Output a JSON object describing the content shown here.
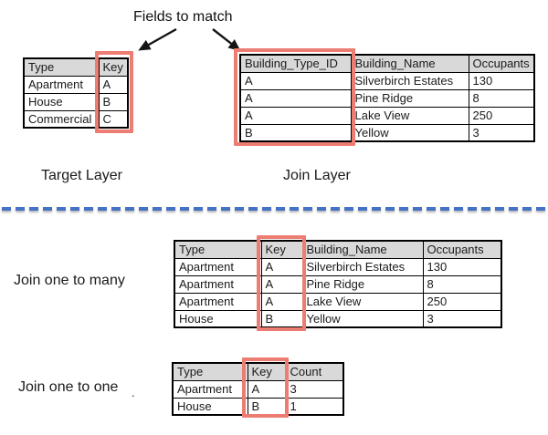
{
  "annotation": {
    "fields_to_match": "Fields to match"
  },
  "section_labels": {
    "target_layer": "Target Layer",
    "join_layer": "Join Layer",
    "join_one_to_many": "Join one to many",
    "join_one_to_one": "Join one to one"
  },
  "stray_mark": ".",
  "icons": {
    "left_arrow": "arrow-down-left",
    "right_arrow": "arrow-down-right"
  },
  "colors": {
    "highlight_red": "#ed7d72",
    "separator_blue": "#4472c4",
    "header_gray": "#d9d9d9",
    "table_border": "#000000"
  },
  "tables": {
    "target": {
      "headers": [
        "Type",
        "Key"
      ],
      "rows": [
        [
          "Apartment",
          "A"
        ],
        [
          "House",
          "B"
        ],
        [
          "Commercial",
          "C"
        ]
      ],
      "highlight_column": "Key"
    },
    "join": {
      "headers": [
        "Building_Type_ID",
        "Building_Name",
        "Occupants"
      ],
      "rows": [
        [
          "A",
          "Silverbirch Estates",
          "130"
        ],
        [
          "A",
          "Pine Ridge",
          "8"
        ],
        [
          "A",
          "Lake View",
          "250"
        ],
        [
          "B",
          "Yellow",
          "3"
        ]
      ],
      "highlight_column": "Building_Type_ID"
    },
    "one_to_many": {
      "headers": [
        "Type",
        "Key",
        "Building_Name",
        "Occupants"
      ],
      "rows": [
        [
          "Apartment",
          "A",
          "Silverbirch Estates",
          "130"
        ],
        [
          "Apartment",
          "A",
          "Pine Ridge",
          "8"
        ],
        [
          "Apartment",
          "A",
          "Lake View",
          "250"
        ],
        [
          "House",
          "B",
          "Yellow",
          "3"
        ]
      ],
      "highlight_column": "Key"
    },
    "one_to_one": {
      "headers": [
        "Type",
        "Key",
        "Count"
      ],
      "rows": [
        [
          "Apartment",
          "A",
          "3"
        ],
        [
          "House",
          "B",
          "1"
        ]
      ],
      "highlight_column": "Key"
    }
  }
}
